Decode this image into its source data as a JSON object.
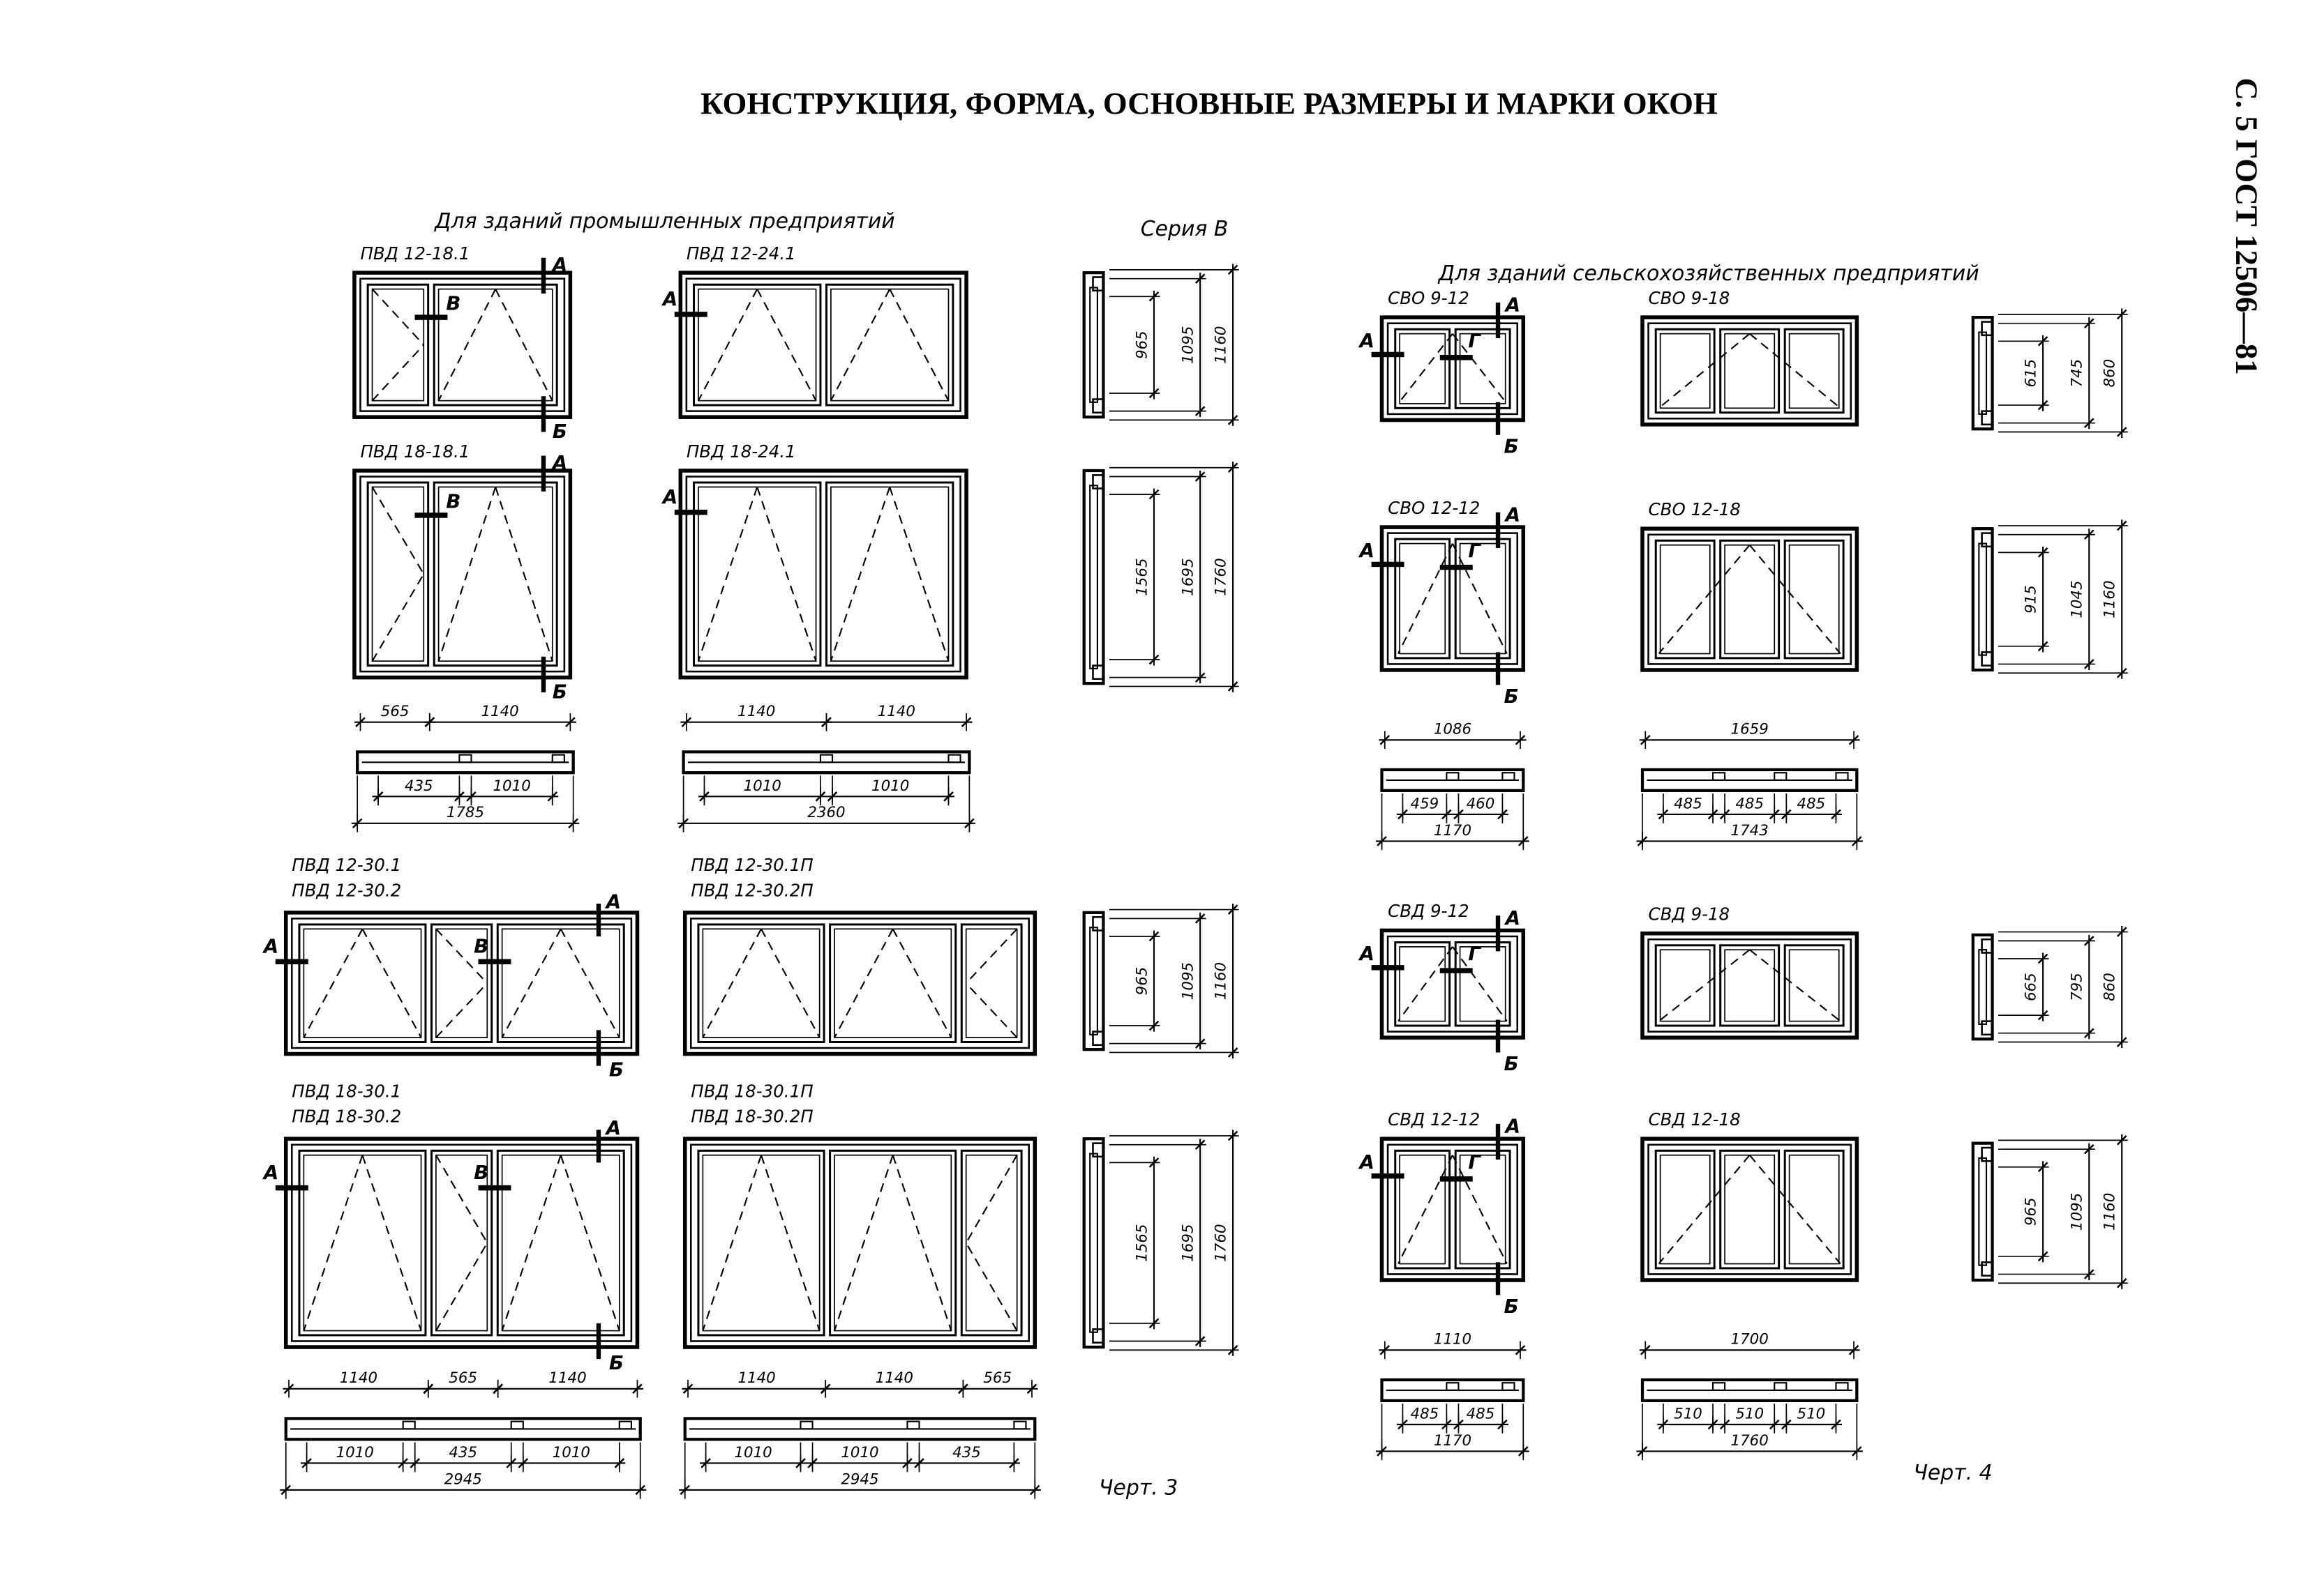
{
  "title": "КОНСТРУКЦИЯ, ФОРМА, ОСНОВНЫЕ РАЗМЕРЫ И МАРКИ ОКОН",
  "page_ref": "С. 5 ГОСТ 12506—81",
  "left_heading": "Для зданий промышленных предприятий",
  "series_label": "Серия В",
  "right_heading": "Для зданий сельскохозяйственных предприятий",
  "windows": [
    {
      "marks": [
        "ПВД 12-18.1"
      ],
      "letters": [
        "А",
        "В",
        "Б"
      ]
    },
    {
      "marks": [
        "ПВД 12-24.1"
      ],
      "letters": [
        "А"
      ]
    },
    {
      "marks": [
        "ПВД 18-18.1"
      ],
      "letters": [
        "А",
        "В",
        "Б"
      ]
    },
    {
      "marks": [
        "ПВД 18-24.1"
      ],
      "letters": [
        "А"
      ]
    },
    {
      "marks": [
        "ПВД 12-30.1",
        "ПВД 12-30.2"
      ],
      "letters": [
        "А",
        "А",
        "В",
        "Б"
      ]
    },
    {
      "marks": [
        "ПВД 12-30.1П",
        "ПВД 12-30.2П"
      ],
      "letters": []
    },
    {
      "marks": [
        "ПВД 18-30.1",
        "ПВД 18-30.2"
      ],
      "letters": [
        "А",
        "А",
        "В",
        "Б"
      ]
    },
    {
      "marks": [
        "ПВД 18-30.1П",
        "ПВД 18-30.2П"
      ],
      "letters": []
    },
    {
      "marks": [
        "СВО 9-12"
      ],
      "letters": [
        "А",
        "А",
        "Г",
        "Б"
      ]
    },
    {
      "marks": [
        "СВО 9-18"
      ],
      "letters": []
    },
    {
      "marks": [
        "СВО 12-12"
      ],
      "letters": [
        "А",
        "А",
        "Г",
        "Б"
      ]
    },
    {
      "marks": [
        "СВО 12-18"
      ],
      "letters": []
    },
    {
      "marks": [
        "СВД 9-12"
      ],
      "letters": [
        "А",
        "А",
        "Г",
        "Б"
      ]
    },
    {
      "marks": [
        "СВД 9-18"
      ],
      "letters": []
    },
    {
      "marks": [
        "СВД 12-12"
      ],
      "letters": [
        "А",
        "А",
        "Г",
        "Б"
      ]
    },
    {
      "marks": [
        "СВД 12-18"
      ],
      "letters": []
    }
  ],
  "side_sections": [
    {
      "dims": [
        "965",
        "1095",
        "1160"
      ]
    },
    {
      "dims": [
        "1565",
        "1695",
        "1760"
      ]
    },
    {
      "dims": [
        "965",
        "1095",
        "1160"
      ]
    },
    {
      "dims": [
        "1565",
        "1695",
        "1760"
      ]
    },
    {
      "dims": [
        "615",
        "745",
        "860"
      ]
    },
    {
      "dims": [
        "915",
        "1045",
        "1160"
      ]
    },
    {
      "dims": [
        "665",
        "795",
        "860"
      ]
    },
    {
      "dims": [
        "965",
        "1095",
        "1160"
      ]
    }
  ],
  "plans": [
    {
      "top": [
        "565",
        "1140"
      ],
      "inner": [
        "435",
        "1010"
      ],
      "total": "1785"
    },
    {
      "top": [
        "1140",
        "1140"
      ],
      "inner": [
        "1010",
        "1010"
      ],
      "total": "2360"
    },
    {
      "top": [
        "1140",
        "565",
        "1140"
      ],
      "inner": [
        "1010",
        "435",
        "1010"
      ],
      "total": "2945"
    },
    {
      "top": [
        "1140",
        "1140",
        "565"
      ],
      "inner": [
        "1010",
        "1010",
        "435"
      ],
      "total": "2945"
    },
    {
      "top": [
        "1086"
      ],
      "inner": [
        "459",
        "460"
      ],
      "total": "1170"
    },
    {
      "top": [
        "1659"
      ],
      "inner": [
        "485",
        "485",
        "485"
      ],
      "total": "1743"
    },
    {
      "top": [
        "1110"
      ],
      "inner": [
        "485",
        "485"
      ],
      "total": "1170"
    },
    {
      "top": [
        "1700"
      ],
      "inner": [
        "510",
        "510",
        "510"
      ],
      "total": "1760"
    }
  ],
  "figure_labels": [
    "Черт. 3",
    "Черт. 4"
  ]
}
